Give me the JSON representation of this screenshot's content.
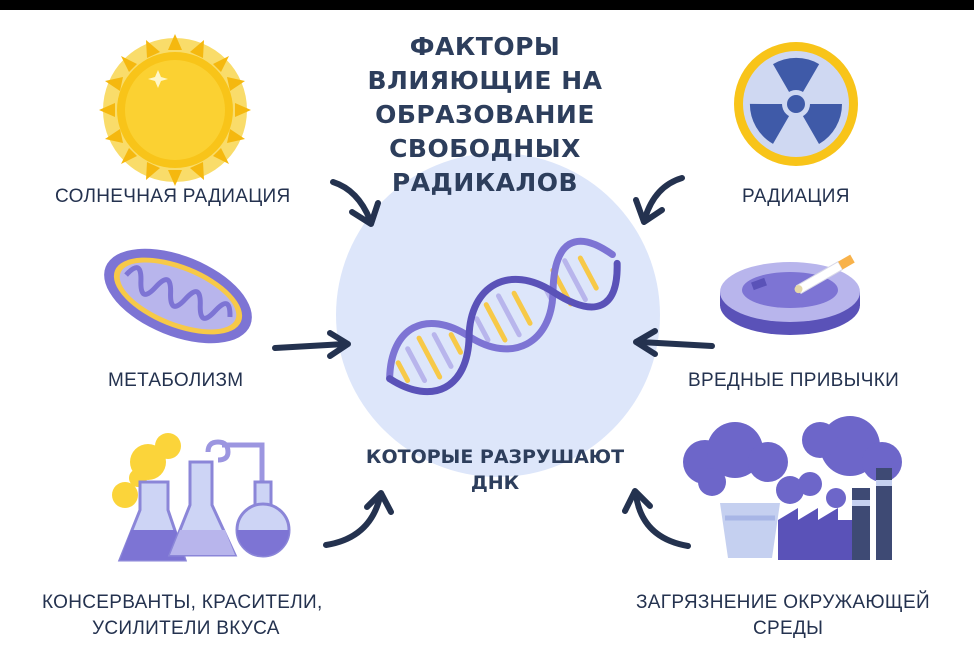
{
  "title_lines": [
    "ФАКТОРЫ",
    "ВЛИЯЮЩИЕ НА",
    "ОБРАЗОВАНИЕ",
    "СВОБОДНЫХ",
    "РАДИКАЛОВ"
  ],
  "center_lines": [
    "КОТОРЫЕ РАЗРУШАЮТ",
    "ДНК"
  ],
  "factors": {
    "solar": "СОЛНЕЧНАЯ РАДИАЦИЯ",
    "radiation": "РАДИАЦИЯ",
    "metabolism": "МЕТАБОЛИЗМ",
    "habits": "ВРЕДНЫЕ ПРИВЫЧКИ",
    "preservatives_line1": "КОНСЕРВАНТЫ, КРАСИТЕЛИ,",
    "preservatives_line2": "УСИЛИТЕЛИ ВКУСА",
    "pollution_line1": "ЗАГРЯЗНЕНИЕ ОКРУЖАЮЩЕЙ",
    "pollution_line2": "СРЕДЫ"
  },
  "colors": {
    "navy": "#24324f",
    "circle": "#dde6fa",
    "sun": "#f8c419",
    "purple": "#7d74d4",
    "lavender": "#b8b5ec",
    "yellow": "#f7c948"
  }
}
